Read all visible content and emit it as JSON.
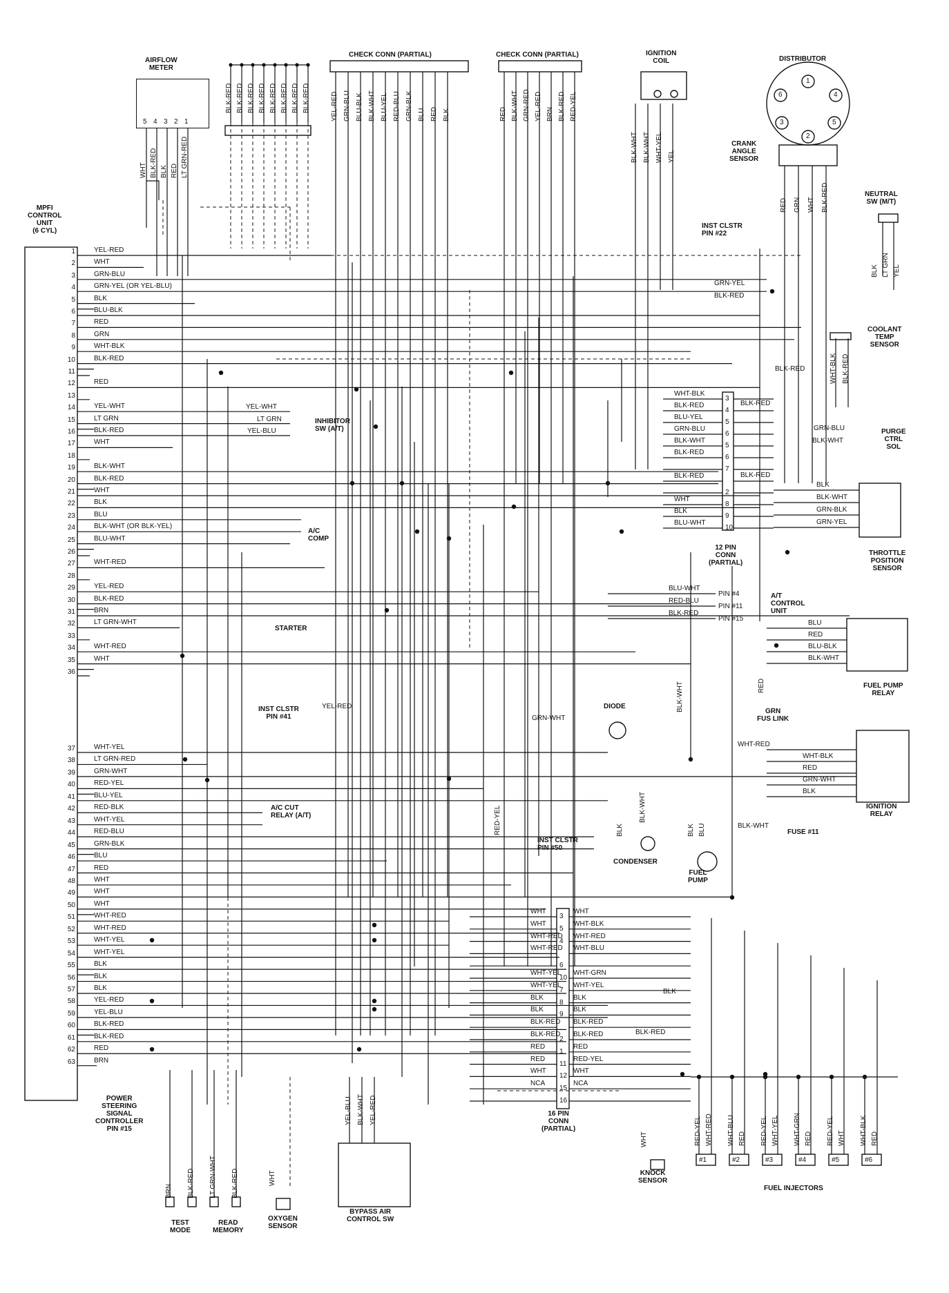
{
  "components": {
    "airflow_meter": "AIRFLOW\nMETER",
    "check_conn_1": "CHECK CONN (PARTIAL)",
    "check_conn_2": "CHECK CONN (PARTIAL)",
    "ignition_coil": "IGNITION\nCOIL",
    "distributor": "DISTRIBUTOR",
    "crank_angle_sensor": "CRANK\nANGLE\nSENSOR",
    "mpfi_control_unit": "MPFI\nCONTROL\nUNIT\n(6 CYL)",
    "neutral_sw": "NEUTRAL\nSW (M/T)",
    "coolant_temp_sensor": "COOLANT\nTEMP\nSENSOR",
    "purge_ctrl_sol": "PURGE\nCTRL\nSOL",
    "throttle_position_sensor": "THROTTLE\nPOSITION\nSENSOR",
    "inhibitor_sw": "INHIBITOR\nSW (A/T)",
    "ac_comp": "A/C\nCOMP",
    "starter": "STARTER",
    "at_control_unit": "A/T\nCONTROL\nUNIT",
    "fuel_pump_relay": "FUEL PUMP\nRELAY",
    "grn_fus_link": "GRN\nFUS LINK",
    "diode": "DIODE",
    "ignition_relay": "IGNITION\nRELAY",
    "ac_cut_relay": "A/C CUT\nRELAY (A/T)",
    "condenser": "CONDENSER",
    "fuel_pump": "FUEL\nPUMP",
    "fuse_11": "FUSE #11",
    "inst_clstr_22": "INST CLSTR\nPIN #22",
    "inst_clstr_41": "INST CLSTR\nPIN #41",
    "inst_clstr_50": "INST CLSTR\nPIN #50",
    "pin_12_conn": "12 PIN\nCONN\n(PARTIAL)",
    "pin_16_conn": "16 PIN\nCONN\n(PARTIAL)",
    "power_steering": "POWER\nSTEERING\nSIGNAL\nCONTROLLER\nPIN #15",
    "test_mode": "TEST\nMODE",
    "read_memory": "READ\nMEMORY",
    "oxygen_sensor": "OXYGEN\nSENSOR",
    "bypass_air": "BYPASS AIR\nCONTROL SW",
    "knock_sensor": "KNOCK\nSENSOR",
    "fuel_injectors": "FUEL INJECTORS"
  },
  "ecu_pins": [
    {
      "n": "1",
      "w": "YEL-RED"
    },
    {
      "n": "2",
      "w": "WHT"
    },
    {
      "n": "3",
      "w": "GRN-BLU"
    },
    {
      "n": "4",
      "w": "GRN-YEL (OR YEL-BLU)"
    },
    {
      "n": "5",
      "w": "BLK"
    },
    {
      "n": "6",
      "w": "BLU-BLK"
    },
    {
      "n": "7",
      "w": "RED"
    },
    {
      "n": "8",
      "w": "GRN"
    },
    {
      "n": "9",
      "w": "WHT-BLK"
    },
    {
      "n": "10",
      "w": "BLK-RED"
    },
    {
      "n": "11",
      "w": ""
    },
    {
      "n": "12",
      "w": "RED"
    },
    {
      "n": "13",
      "w": ""
    },
    {
      "n": "14",
      "w": "YEL-WHT"
    },
    {
      "n": "15",
      "w": "LT GRN"
    },
    {
      "n": "16",
      "w": "BLK-RED"
    },
    {
      "n": "17",
      "w": "WHT"
    },
    {
      "n": "18",
      "w": ""
    },
    {
      "n": "19",
      "w": "BLK-WHT"
    },
    {
      "n": "20",
      "w": "BLK-RED"
    },
    {
      "n": "21",
      "w": "WHT"
    },
    {
      "n": "22",
      "w": "BLK"
    },
    {
      "n": "23",
      "w": "BLU"
    },
    {
      "n": "24",
      "w": "BLK-WHT (OR BLK-YEL)"
    },
    {
      "n": "25",
      "w": "BLU-WHT"
    },
    {
      "n": "26",
      "w": ""
    },
    {
      "n": "27",
      "w": "WHT-RED"
    },
    {
      "n": "28",
      "w": ""
    },
    {
      "n": "29",
      "w": "YEL-RED"
    },
    {
      "n": "30",
      "w": "BLK-RED"
    },
    {
      "n": "31",
      "w": "BRN"
    },
    {
      "n": "32",
      "w": "LT GRN-WHT"
    },
    {
      "n": "33",
      "w": ""
    },
    {
      "n": "34",
      "w": "WHT-RED"
    },
    {
      "n": "35",
      "w": "WHT"
    },
    {
      "n": "36",
      "w": ""
    },
    {
      "n": "37",
      "w": "WHT-YEL"
    },
    {
      "n": "38",
      "w": "LT GRN-RED"
    },
    {
      "n": "39",
      "w": "GRN-WHT"
    },
    {
      "n": "40",
      "w": "RED-YEL"
    },
    {
      "n": "41",
      "w": "BLU-YEL"
    },
    {
      "n": "42",
      "w": "RED-BLK"
    },
    {
      "n": "43",
      "w": "WHT-YEL"
    },
    {
      "n": "44",
      "w": "RED-BLU"
    },
    {
      "n": "45",
      "w": "GRN-BLK"
    },
    {
      "n": "46",
      "w": "BLU"
    },
    {
      "n": "47",
      "w": "RED"
    },
    {
      "n": "48",
      "w": "WHT"
    },
    {
      "n": "49",
      "w": "WHT"
    },
    {
      "n": "50",
      "w": "WHT"
    },
    {
      "n": "51",
      "w": "WHT-RED"
    },
    {
      "n": "52",
      "w": "WHT-RED"
    },
    {
      "n": "53",
      "w": "WHT-YEL"
    },
    {
      "n": "54",
      "w": "WHT-YEL"
    },
    {
      "n": "55",
      "w": "BLK"
    },
    {
      "n": "56",
      "w": "BLK"
    },
    {
      "n": "57",
      "w": "BLK"
    },
    {
      "n": "58",
      "w": "YEL-RED"
    },
    {
      "n": "59",
      "w": "YEL-BLU"
    },
    {
      "n": "60",
      "w": "BLK-RED"
    },
    {
      "n": "61",
      "w": "BLK-RED"
    },
    {
      "n": "62",
      "w": "RED"
    },
    {
      "n": "63",
      "w": "BRN"
    }
  ],
  "airflow_pins": [
    "5",
    "4",
    "3",
    "2",
    "1"
  ],
  "airflow_wires": [
    "WHT",
    "BLK-RED",
    "BLK",
    "RED",
    "LT GRN-RED"
  ],
  "blkred_group": [
    "BLK-RED",
    "BLK-RED",
    "BLK-RED",
    "BLK-RED",
    "BLK-RED",
    "BLK-RED",
    "BLK-RED",
    "BLK-RED"
  ],
  "check1_wires": [
    "YEL-RED",
    "GRN-BLU",
    "BLU-BLK",
    "BLK-WHT",
    "BLU-YEL",
    "RED-BLU",
    "GRN-BLK",
    "BLU",
    "RED",
    "BLK"
  ],
  "check2_wires": [
    "RED",
    "BLK-WHT",
    "GRN-RED",
    "YEL-RED",
    "BRN",
    "BLK-RED",
    "RED-YEL"
  ],
  "coil_wires": [
    "BLK-WHT",
    "BLK-WHT",
    "WHT-YEL",
    "YEL"
  ],
  "dist_numbers": [
    "1",
    "4",
    "5",
    "2",
    "3",
    "6"
  ],
  "crank_wires": [
    "RED",
    "GRN",
    "WHT",
    "BLK-RED"
  ],
  "neutral_wires": [
    "BLK",
    "LT GRN",
    "YEL"
  ],
  "coolant_wires": [
    "WHT-BLK",
    "BLK-RED"
  ],
  "misc_labels": {
    "grn_yel": "GRN-YEL",
    "blk_red_a": "BLK-RED",
    "blk_red_coolant": "BLK-RED",
    "inh_1": "YEL-WHT",
    "inh_2": "LT GRN",
    "inh_3": "YEL-BLU",
    "purge_1": "GRN-BLU",
    "purge_2": "BLK-WHT",
    "blkred_3": "BLK-RED",
    "blkred_2": "BLK-RED",
    "yel_red_41": "YEL-RED",
    "grn_wht_diode": "GRN-WHT",
    "red_yel_50": "RED-YEL",
    "blk_cond": "BLK",
    "blkwht_cond": "BLK-WHT",
    "blk_pump": "BLK",
    "blu_pump": "BLU",
    "blkwht_fuse": "BLK-WHT",
    "red_fus": "RED",
    "blkwht_relay": "BLK-WHT",
    "wht_knock": "WHT",
    "wht_o2": "WHT"
  },
  "twelve_pin": [
    {
      "n": "3",
      "l": "WHT-BLK",
      "r": "BLK-RED"
    },
    {
      "n": "4",
      "l": "BLK-RED",
      "r": ""
    },
    {
      "n": "5",
      "l": "BLU-YEL",
      "r": ""
    },
    {
      "n": "6",
      "l": "GRN-BLU",
      "r": ""
    },
    {
      "n": "5",
      "l": "BLK-WHT",
      "r": ""
    },
    {
      "n": "6",
      "l": "BLK-RED",
      "r": ""
    },
    {
      "n": "7",
      "l": "",
      "r": ""
    },
    {
      "n": "",
      "l": "BLK-RED",
      "r": "BLK-RED"
    },
    {
      "n": "2",
      "l": "",
      "r": ""
    },
    {
      "n": "8",
      "l": "WHT",
      "r": ""
    },
    {
      "n": "9",
      "l": "BLK",
      "r": ""
    },
    {
      "n": "10",
      "l": "BLU-WHT",
      "r": ""
    }
  ],
  "tps_wires": [
    "BLK",
    "BLK-WHT",
    "GRN-BLK",
    "GRN-YEL"
  ],
  "at_pins": [
    {
      "w": "BLU-WHT",
      "p": "PIN #4"
    },
    {
      "w": "RED-BLU",
      "p": "PIN #11"
    },
    {
      "w": "BLK-RED",
      "p": "PIN #15"
    }
  ],
  "fp_relay_wires": [
    "BLU",
    "RED",
    "BLU-BLK",
    "BLK-WHT"
  ],
  "ign_relay_wires": [
    "WHT-RED",
    "WHT-BLK",
    "RED",
    "GRN-WHT",
    "BLK"
  ],
  "sixteen_pin": [
    {
      "l": "WHT",
      "n": "3",
      "r": "WHT"
    },
    {
      "l": "WHT",
      "n": "5",
      "r": "WHT-BLK"
    },
    {
      "l": "WHT-RED",
      "n": "4",
      "r": "WHT-RED"
    },
    {
      "l": "WHT-RED",
      "n": "",
      "r": "WHT-BLU"
    },
    {
      "l": "",
      "n": "6",
      "r": ""
    },
    {
      "l": "WHT-YEL",
      "n": "10",
      "r": "WHT-GRN"
    },
    {
      "l": "WHT-YEL",
      "n": "7",
      "r": "WHT-YEL"
    },
    {
      "l": "BLK",
      "n": "8",
      "r": "BLK"
    },
    {
      "l": "BLK",
      "n": "9",
      "r": "BLK"
    },
    {
      "l": "BLK-RED",
      "n": "",
      "r": "BLK-RED"
    },
    {
      "l": "BLK-RED",
      "n": "2",
      "r": "BLK-RED"
    },
    {
      "l": "RED",
      "n": "1",
      "r": "RED"
    },
    {
      "l": "RED",
      "n": "11",
      "r": "RED-YEL"
    },
    {
      "l": "WHT",
      "n": "12",
      "r": "WHT"
    },
    {
      "l": "NCA",
      "n": "15",
      "r": "NCA"
    },
    {
      "l": "",
      "n": "16",
      "r": ""
    }
  ],
  "blk_right": "BLK",
  "blkred_right": "BLK-RED",
  "injectors": [
    {
      "id": "#1",
      "a": "RED-YEL",
      "b": "WHT-RED"
    },
    {
      "id": "#2",
      "a": "WHT-BLU",
      "b": "RED"
    },
    {
      "id": "#3",
      "a": "RED-YEL",
      "b": "WHT-YEL"
    },
    {
      "id": "#4",
      "a": "WHT-GRN",
      "b": "RED"
    },
    {
      "id": "#5",
      "a": "RED-YEL",
      "b": "WHT"
    },
    {
      "id": "#6",
      "a": "WHT-BLK",
      "b": "RED"
    }
  ],
  "bypass_wires": [
    "YEL-BLU",
    "BLK-WHT",
    "YEL-RED"
  ],
  "test_wires": [
    "BRN",
    "BLK-RED",
    "LT GRN-WHT",
    "BLK-RED"
  ]
}
